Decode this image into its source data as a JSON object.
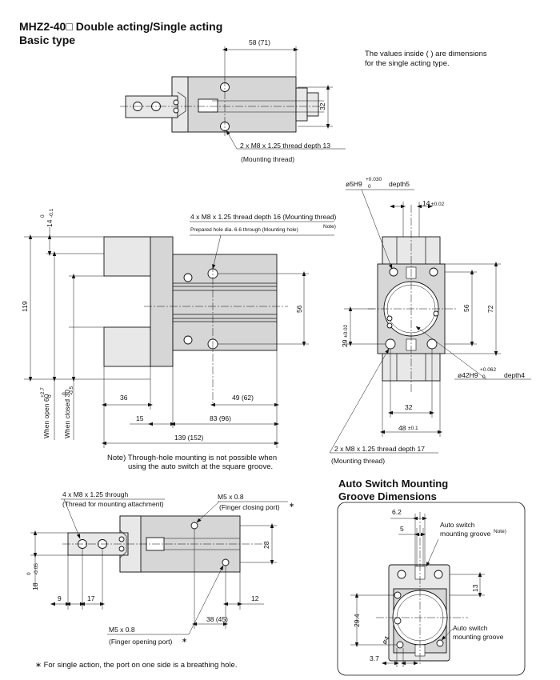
{
  "title": {
    "line1": "MHZ2-40□ Double acting/Single acting",
    "line2": "Basic type"
  },
  "notes": {
    "single_acting_1": "The values inside ( ) are dimensions",
    "single_acting_2": "for the single acting type.",
    "through_hole_1": "Note) Through-hole mounting is not possible when",
    "through_hole_2": "using the auto switch at the square groove.",
    "footnote": "∗ For single action, the port on one side is a breathing hole."
  },
  "top_view": {
    "dim_width": "58 (71)",
    "dim_height": "32",
    "thread_label": "2 x M8 x 1.25 thread depth 13",
    "thread_sub": "(Mounting thread)"
  },
  "front_view": {
    "thread_label": "4 x M8 x 1.25 thread depth 16 (Mounting thread)",
    "hole_label": "Prepared hole dia. 6.6 through (Mounting hole)",
    "hole_note": "Note)",
    "dim_14": "14",
    "tol_14_upper": "0",
    "tol_14_lower": "-0.1",
    "dim_119": "119",
    "dim_56": "56",
    "dim_36": "36",
    "dim_49": "49 (62)",
    "dim_15": "15",
    "dim_83": "83 (96)",
    "dim_139": "139 (152)",
    "open_label": "When open 60",
    "open_tol_upper": "+2.7",
    "open_tol_lower": "0",
    "closed_label": "When closed 30",
    "closed_tol_upper": "0",
    "closed_tol_lower": "-0.5"
  },
  "side_view": {
    "bore5_label": "ø5H9",
    "bore5_tol_upper": "+0.030",
    "bore5_tol_lower": "0",
    "bore5_depth": "depth5",
    "dim_14": "14",
    "dim_14_tol": "±0.02",
    "dim_56": "56",
    "dim_72": "72",
    "dim_29": "29",
    "dim_29_tol": "±0.02",
    "bore42_label": "ø42H9",
    "bore42_tol_upper": "+0.062",
    "bore42_tol_lower": "0",
    "bore42_depth": "depth4",
    "dim_32": "32",
    "dim_48": "48",
    "dim_48_tol": "±0.1",
    "thread_label": "2 x M8 x 1.25 thread depth 17",
    "thread_sub": "(Mounting thread)"
  },
  "bottom_view": {
    "through_label": "4 x M8 x 1.25 through",
    "through_sub": "(Thread for mounting attachment)",
    "m5_closing": "M5 x 0.8",
    "m5_closing_sub": "(Finger closing port)",
    "dim_28": "28",
    "dim_18": "18",
    "tol_18_upper": "0",
    "tol_18_lower": "-0.05",
    "dim_9": "9",
    "dim_17": "17",
    "dim_12": "12",
    "dim_38": "38 (45)",
    "m5_opening": "M5 x 0.8",
    "m5_opening_sub": "(Finger opening port)",
    "asterisk": "∗"
  },
  "auto_switch": {
    "title_1": "Auto Switch Mounting",
    "title_2": "Groove Dimensions",
    "dim_6_2": "6.2",
    "dim_5": "5",
    "groove_note_1": "Auto switch",
    "groove_note_2": "mounting groove",
    "groove_note_sup": "Note)",
    "dim_13": "13",
    "dim_29_4": "29.4",
    "dim_phi4": "ø4",
    "dim_3_7": "3.7",
    "groove2_1": "Auto switch",
    "groove2_2": "mounting groove"
  }
}
